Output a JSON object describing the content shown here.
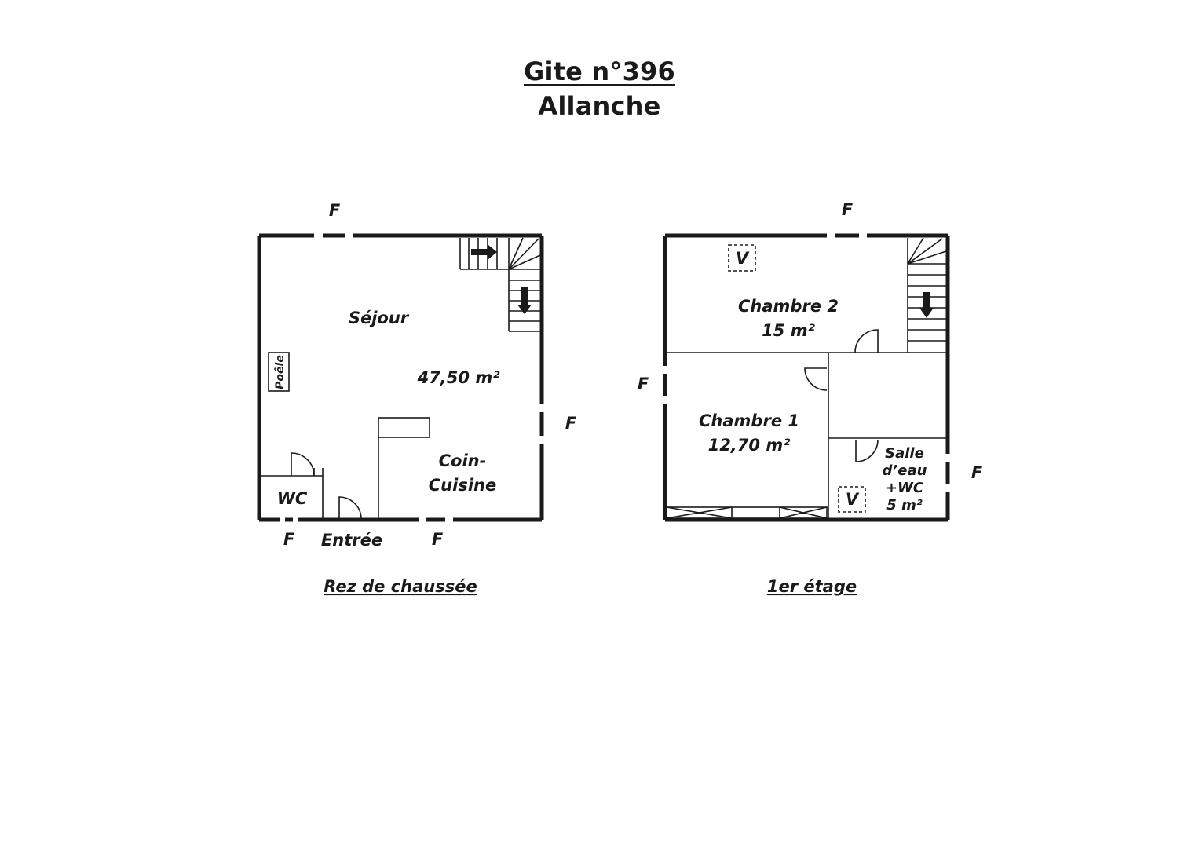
{
  "title": {
    "line1": "Gite n°396",
    "line2": "Allanche"
  },
  "ground_floor": {
    "caption": "Rez de chaussée",
    "rooms": {
      "sejour": "Séjour",
      "sejour_area": "47,50 m²",
      "poele": "Poêle",
      "wc": "WC",
      "entree": "Entrée",
      "cuisine_1": "Coin-",
      "cuisine_2": "Cuisine"
    },
    "windows": {
      "top": "F",
      "right": "F",
      "bottom_left": "F",
      "bottom_right": "F"
    }
  },
  "first_floor": {
    "caption": "1er étage",
    "rooms": {
      "chambre2": "Chambre 2",
      "chambre2_area": "15 m²",
      "chambre1": "Chambre 1",
      "chambre1_area": "12,70 m²",
      "sde_1": "Salle",
      "sde_2": "d’eau",
      "sde_3": "+WC",
      "sde_4": "5 m²",
      "vent_top": "V",
      "vent_bottom": "V"
    },
    "windows": {
      "top": "F",
      "left": "F",
      "right": "F"
    }
  }
}
